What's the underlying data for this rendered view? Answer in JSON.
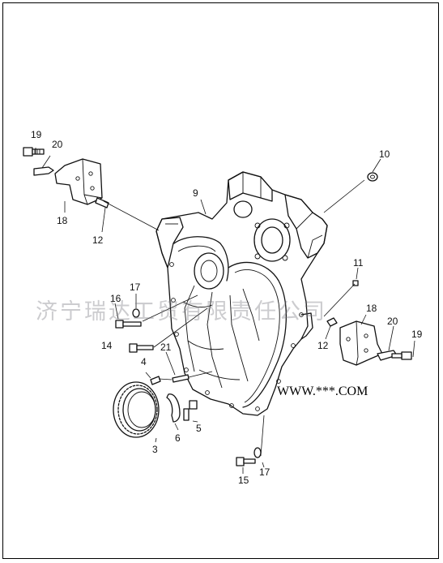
{
  "labels": {
    "p19a": "19",
    "p20a": "20",
    "p18a": "18",
    "p12a": "12",
    "p9": "9",
    "p10": "10",
    "p11": "11",
    "p16": "16",
    "p17a": "17",
    "p14": "14",
    "p4": "4",
    "p21": "21",
    "p18b": "18",
    "p20b": "20",
    "p19b": "19",
    "p12b": "12",
    "p5": "5",
    "p6": "6",
    "p3": "3",
    "p15": "15",
    "p17b": "17"
  },
  "watermark": "济宁瑞达工贸有限责任公司",
  "website": "WWW.***.COM"
}
